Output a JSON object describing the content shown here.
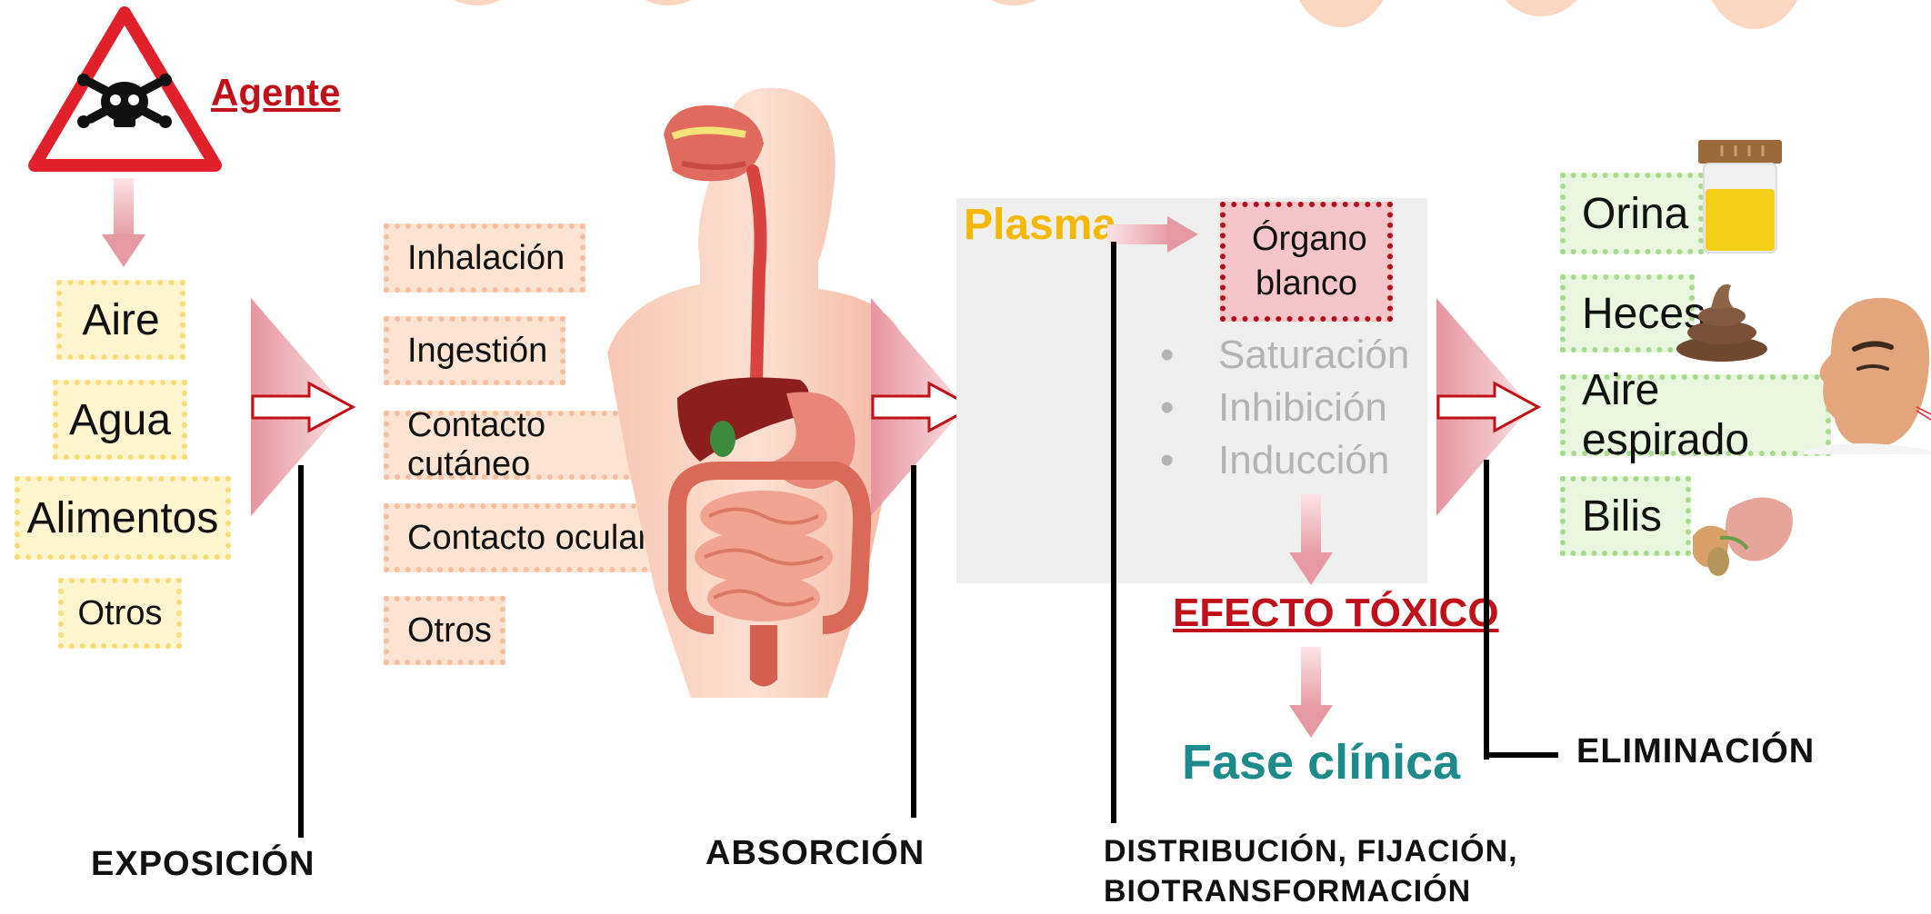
{
  "agent": {
    "label": "Agente"
  },
  "exposure_sources": [
    "Aire",
    "Agua",
    "Alimentos",
    "Otros"
  ],
  "routes": [
    "Inhalación",
    "Ingestión",
    "Contacto cutáneo",
    "Contacto ocular",
    "Otros"
  ],
  "distribution": {
    "plasma": "Plasma",
    "target_organ": "Órgano blanco",
    "effects": [
      "Saturación",
      "Inhibición",
      "Inducción"
    ],
    "toxic_effect": "EFECTO TÓXICO",
    "clinical_phase": "Fase clínica"
  },
  "elimination_routes": [
    "Orina",
    "Heces",
    "Aire espirado",
    "Bilis"
  ],
  "phases": {
    "exposure": "EXPOSICIÓN",
    "absorption": "ABSORCIÓN",
    "distribution_line1": "DISTRIBUCIÓN, FIJACIÓN,",
    "distribution_line2": "BIOTRANSFORMACIÓN",
    "elimination": "ELIMINACIÓN"
  },
  "colors": {
    "agent_red": "#c0101a",
    "plasma_yellow": "#f5b800",
    "clinical_teal": "#1f8a8a",
    "bullet_gray": "#b4b4b4",
    "arrow_pink": "#e8a1a8"
  }
}
